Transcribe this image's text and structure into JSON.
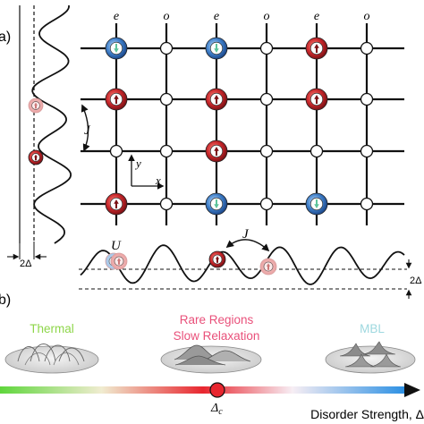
{
  "panel_a": {
    "label": "a)",
    "column_labels": [
      "e",
      "o",
      "e",
      "o",
      "e",
      "o"
    ],
    "hopping_label": "J",
    "interaction_label": "U",
    "axis_x_label": "x",
    "axis_y_label": "y",
    "left_width_label": "2Δ",
    "right_width_label": "2Δ",
    "grid_sites": [
      [
        "blue-down",
        "empty",
        "blue-down",
        "empty",
        "red-up",
        "empty"
      ],
      [
        "red-up",
        "empty",
        "red-up",
        "empty",
        "red-up",
        "empty"
      ],
      [
        "empty",
        "empty",
        "red-up",
        "empty",
        "empty",
        "empty"
      ],
      [
        "red-up",
        "empty",
        "blue-down",
        "empty",
        "blue-down",
        "empty"
      ]
    ]
  },
  "panel_b": {
    "label": "b)",
    "phases": [
      {
        "title": "Thermal",
        "color": "#8ed64a"
      },
      {
        "title": "Rare Regions",
        "color": "#e9507a"
      },
      {
        "title": "Slow Relaxation",
        "color": "#e9507a"
      },
      {
        "title": "MBL",
        "color": "#9ed8df"
      }
    ],
    "critical_label": "Δ_c",
    "axis_label": "Disorder Strength, Δ"
  },
  "colors": {
    "red_spin": "#c0282b",
    "blue_spin": "#3f7fc9",
    "arrow_down": "#5ec49a"
  }
}
